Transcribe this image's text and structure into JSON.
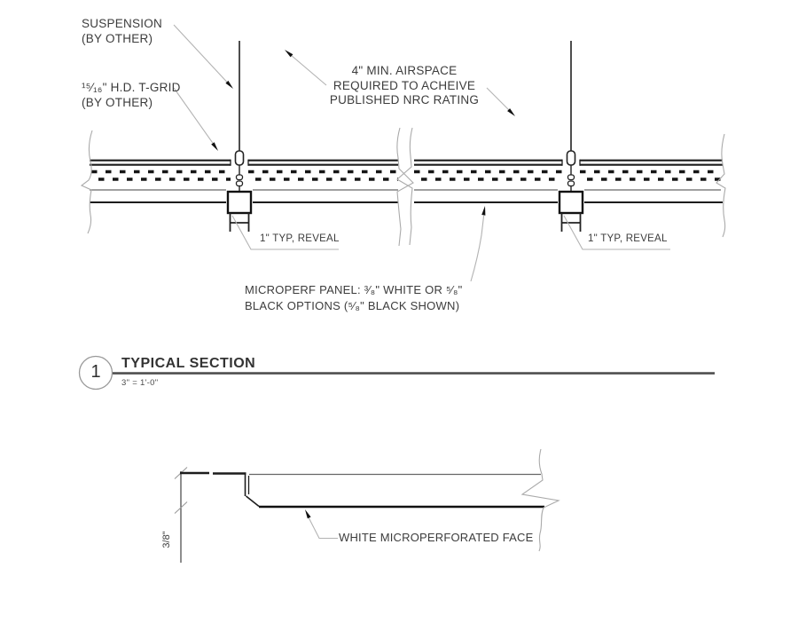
{
  "drawing": {
    "callouts": {
      "suspension": {
        "line1": "SUSPENSION",
        "line2": "(BY OTHER)"
      },
      "tgrid": {
        "line1": "¹⁵⁄₁₆\" H.D. T-GRID",
        "line2": "(BY OTHER)"
      },
      "airspace": {
        "line1": "4\" MIN. AIRSPACE",
        "line2": "REQUIRED TO ACHEIVE",
        "line3": "PUBLISHED NRC RATING"
      },
      "reveal_left": "1\" TYP, REVEAL",
      "reveal_right": "1\" TYP, REVEAL",
      "microperf": {
        "line1": "MICROPERF PANEL: ³⁄₈\" WHITE OR ⁵⁄₈\"",
        "line2": "BLACK OPTIONS (⁵⁄₈\" BLACK SHOWN)"
      }
    },
    "title_block": {
      "number": "1",
      "title": "TYPICAL SECTION",
      "scale": "3\" = 1'-0\""
    },
    "edge_detail": {
      "dimension": "3/8\"",
      "face_label": "WHITE MICROPERFORATED FACE"
    },
    "colors": {
      "line_dark": "#1c1c1c",
      "line_gray": "#808080",
      "leader_gray": "#b3b3b3",
      "text": "#3c3c3c",
      "background": "#ffffff"
    }
  }
}
